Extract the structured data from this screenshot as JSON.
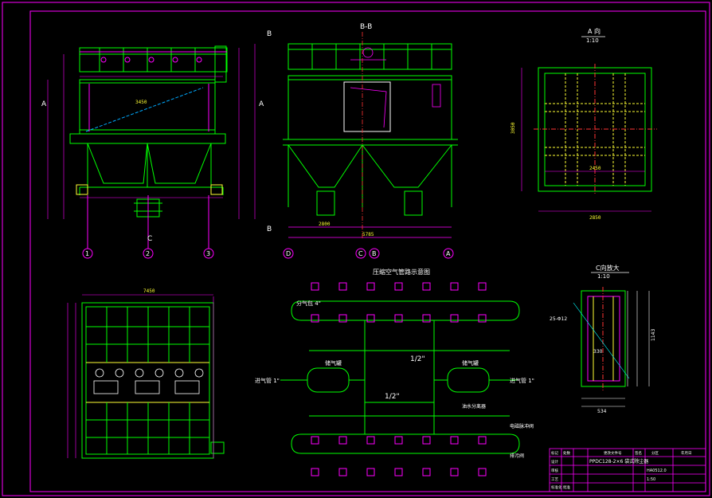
{
  "views": {
    "section_bb": "B-B",
    "view_a": "A 向",
    "view_a_scale": "1:10",
    "view_c": "C向放大",
    "view_c_scale": "1:10",
    "air_pipe": "压缩空气管路示意图"
  },
  "section_marks": {
    "b_top_left": "B",
    "b_bottom_left": "B",
    "a_left": "A",
    "a_right": "A",
    "c_bottom": "C"
  },
  "axis_labels": {
    "front": [
      "1",
      "2",
      "3"
    ],
    "side": [
      "D",
      "C",
      "B",
      "A"
    ]
  },
  "pipe_labels": {
    "left_inlet": "进气管 1\"",
    "right_inlet": "进气管 1\"",
    "fitting_top": "1/2\"",
    "fitting_mid": "1/2\"",
    "tank_left": "储气罐",
    "tank_right": "储气罐",
    "top_left_note": "分气包 4\"",
    "valve_note": "电磁脉冲阀",
    "drain_note": "排污阀",
    "filter_note": "油水分离器"
  },
  "dims": {
    "bb_width": "5785",
    "bb_half": "2800",
    "a_view_h": "3050",
    "a_view_w": "2450",
    "a_view_total": "2850",
    "c_w": "534",
    "c_inner": "330",
    "c_h": "1143",
    "c_note": "25-Φ12",
    "plan_top": "7450",
    "front_top": "3450"
  },
  "title_block": {
    "drawing_name": "PPDC128-2×6 袋式除尘器",
    "code": "HA0512.0",
    "scale": "1:50",
    "headers": [
      "标记",
      "处数",
      "分区",
      "更改文件号",
      "签名",
      "年月日"
    ],
    "rows": [
      "设计",
      "审核",
      "工艺",
      "标准化",
      "批准"
    ]
  },
  "colors": {
    "frame": "#ff00ff",
    "line": "#00ff00",
    "center": "#ff3333",
    "dim": "#ffff33",
    "white": "#ffffff",
    "cyan": "#00ffff"
  }
}
